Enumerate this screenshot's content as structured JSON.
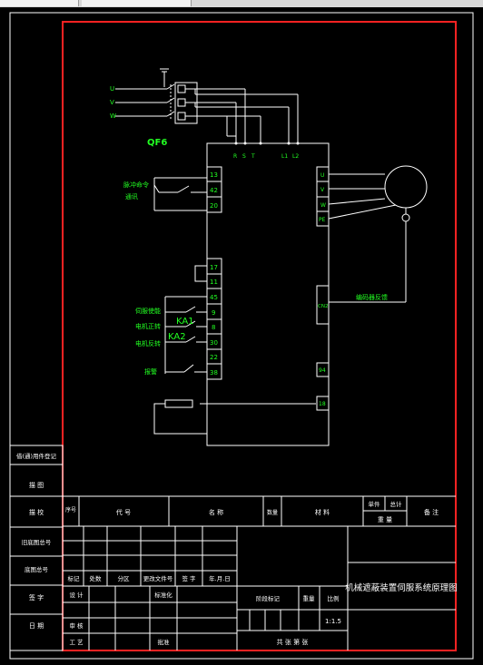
{
  "phase_labels": [
    "U",
    "V",
    "W"
  ],
  "breaker_label": "QF6",
  "drive_top_terminals": [
    "R",
    "S",
    "T",
    "L1",
    "L2"
  ],
  "drive_left_terminals": [
    "13",
    "42",
    "20",
    "17",
    "11",
    "45",
    "9",
    "8",
    "30",
    "22",
    "38"
  ],
  "drive_right_terminals": [
    "U",
    "V",
    "W",
    "PE",
    "CN2",
    "94",
    "18"
  ],
  "ka_labels": [
    "KA1",
    "KA2"
  ],
  "left_labels": {
    "pulse": "脉冲命令",
    "pulse_sub": "通讯",
    "servo_on": "伺服使能",
    "forward": "电机正转",
    "reverse": "电机反转",
    "alarm": "报警"
  },
  "encoder_label": "编码器反馈",
  "side_table": [
    "借(通)用件登记",
    "描 图",
    "描 校",
    "旧底图总号",
    "底图总号",
    "签 字",
    "日 期"
  ],
  "title_block": {
    "h_seq": "序号",
    "h_code": "代 号",
    "h_name": "名 称",
    "h_qty": "数量",
    "h_material": "材 料",
    "h_unit": "单件",
    "h_total": "总计",
    "h_weight": "重 量",
    "h_remark": "备 注",
    "rev_mark": "标记",
    "rev_count": "处数",
    "rev_zone": "分区",
    "rev_doc": "更改文件号",
    "rev_sign": "签 字",
    "rev_date": "年.月.日",
    "design": "设 计",
    "standard": "标准化",
    "review": "审 核",
    "process": "工 艺",
    "approve": "批准",
    "stage": "阶段标记",
    "weight": "重量",
    "ratio": "比例",
    "scale": "1:1.5",
    "sheets": "共   张  第   张",
    "drawing_title": "机械遮蔽装置伺服系统原理图"
  }
}
